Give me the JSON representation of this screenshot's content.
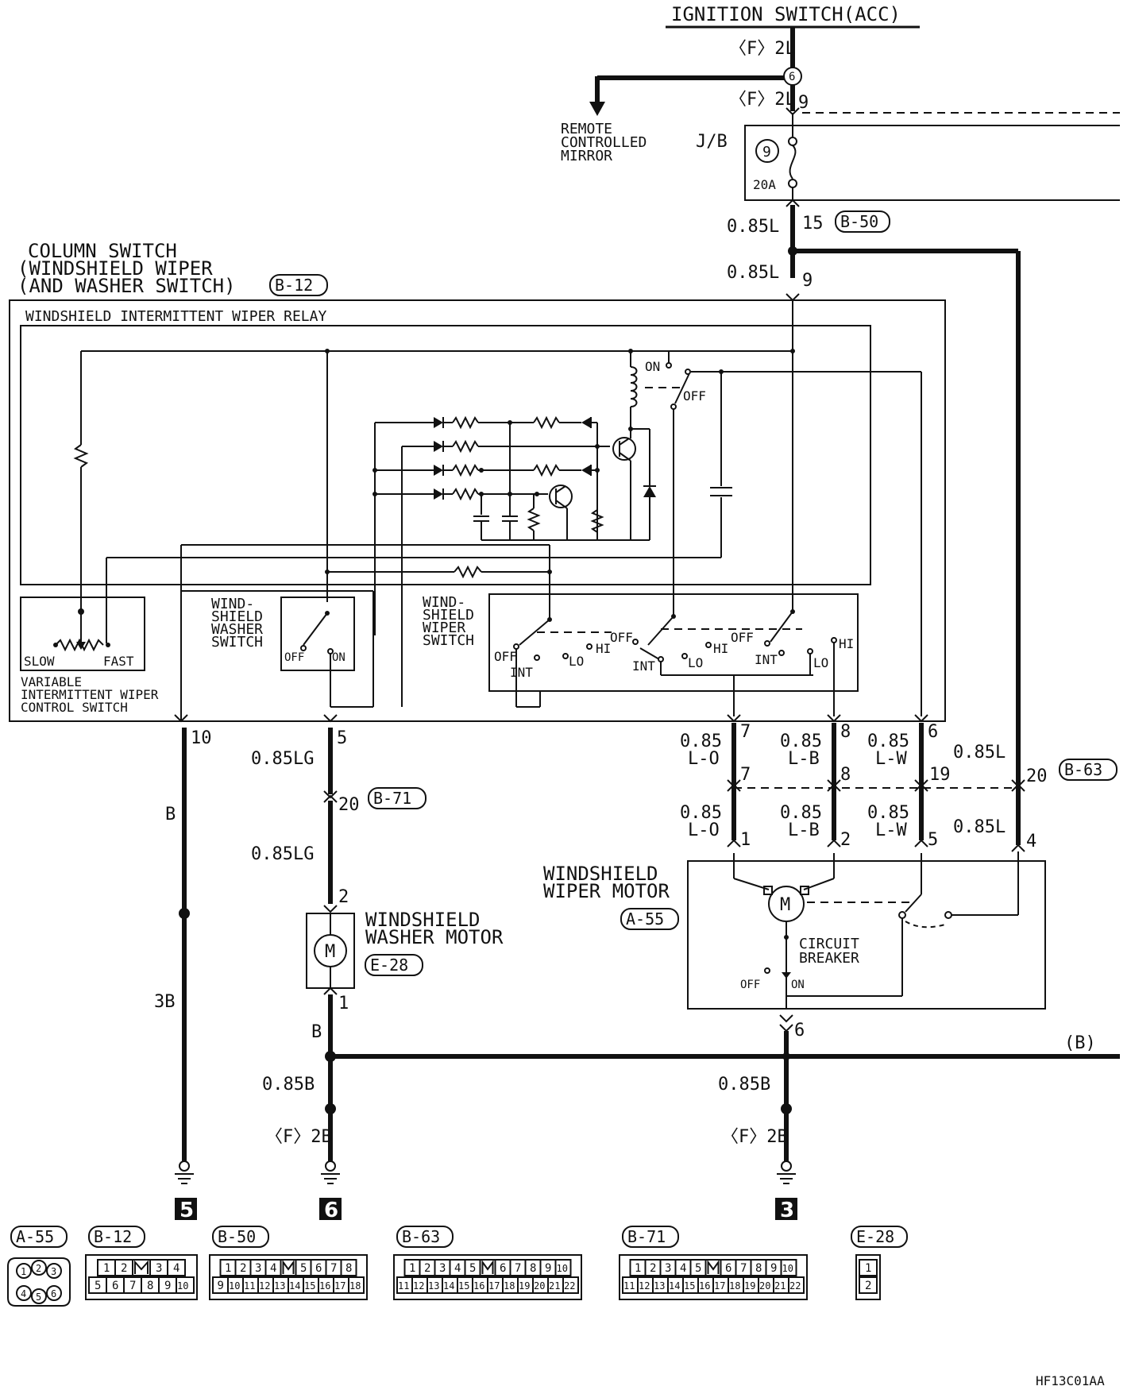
{
  "labels": {
    "ignition": "IGNITION SWITCH(ACC)",
    "f2l_top": "〈F〉2L",
    "f2l_mid": "〈F〉2L",
    "pin9_top": "9",
    "fuse_num": "6",
    "remote_mirror_1": "REMOTE",
    "remote_mirror_2": "CONTROLLED",
    "remote_mirror_3": "MIRROR",
    "jb": "J/B",
    "jb_fuse": "9",
    "jb_amp": "20A",
    "w085l_a": "0.85L",
    "pin15": "15",
    "b50": "B-50",
    "w085l_b": "0.85L",
    "pin9_b": "9",
    "col_switch_1": "COLUMN SWITCH",
    "col_switch_2": "(WINDSHIELD WIPER",
    "col_switch_3": "(AND WASHER SWITCH)",
    "b12": "B-12",
    "relay": "WINDSHIELD INTERMITTENT WIPER RELAY",
    "on": "ON",
    "off": "OFF",
    "slow": "SLOW",
    "fast": "FAST",
    "variable_1": "VARIABLE",
    "variable_2": "INTERMITTENT WIPER",
    "variable_3": "CONTROL SWITCH",
    "washer_sw_1": "WIND-",
    "washer_sw_2": "SHIELD",
    "washer_sw_3": "WASHER",
    "washer_sw_4": "SWITCH",
    "ws_off": "OFF",
    "ws_on": "ON",
    "wiper_sw_1": "WIND-",
    "wiper_sw_2": "SHIELD",
    "wiper_sw_3": "WIPER",
    "wiper_sw_4": "SWITCH",
    "sw_off1": "OFF",
    "sw_int1": "INT",
    "sw_lo1": "LO",
    "sw_hi1": "HI",
    "sw_off2": "OFF",
    "sw_int2": "INT",
    "sw_lo2": "LO",
    "sw_hi2": "HI",
    "sw_off3": "OFF",
    "sw_int3": "INT",
    "sw_lo3": "LO",
    "sw_hi3": "HI",
    "pin10": "10",
    "pin5_a": "5",
    "pin7_a": "7",
    "pin8_a": "8",
    "pin6_a": "6",
    "w085lg_a": "0.85LG",
    "pin20_a": "20",
    "b71": "B-71",
    "w085lg_b": "0.85LG",
    "pin2_washer": "2",
    "washer_motor_1": "WINDSHIELD",
    "washer_motor_2": "WASHER MOTOR",
    "e28": "E-28",
    "pin1_washer": "1",
    "w_b_left": "B",
    "w_3b": "3B",
    "w_b_mid": "B",
    "w085b_left": "0.85B",
    "f2b_left": "〈F〉2B",
    "w085_lo_a_1": "0.85",
    "w085_lo_a_2": "L-O",
    "w085_lb_a_1": "0.85",
    "w085_lb_a_2": "L-B",
    "w085_lw_a_1": "0.85",
    "w085_lw_a_2": "L-W",
    "w085l_c": "0.85L",
    "pin7_b": "7",
    "pin8_b": "8",
    "pin19": "19",
    "pin20_b": "20",
    "b63": "B-63",
    "w085_lo_b_1": "0.85",
    "w085_lo_b_2": "L-O",
    "w085_lb_b_1": "0.85",
    "w085_lb_b_2": "L-B",
    "w085_lw_b_1": "0.85",
    "w085_lw_b_2": "L-W",
    "w085l_d": "0.85L",
    "pin1_m": "1",
    "pin2_m": "2",
    "pin5_m": "5",
    "pin4_m": "4",
    "wiper_motor_1": "WINDSHIELD",
    "wiper_motor_2": "WIPER MOTOR",
    "a55": "A-55",
    "motor_m": "M",
    "washer_m": "M",
    "cb_1": "CIRCUIT",
    "cb_2": "BREAKER",
    "cb_off": "OFF",
    "cb_on": "ON",
    "pin6_m": "6",
    "w_b_right": "(B)",
    "w085b_right": "0.85B",
    "f2b_right": "〈F〉2B",
    "ground_5": "5",
    "ground_6": "6",
    "ground_3": "3",
    "figure_code": "HF13C01AA"
  },
  "connectors": [
    {
      "id": "A-55",
      "row1": [
        "1",
        "2",
        "3"
      ],
      "row2": [
        "4",
        "5",
        "6"
      ]
    },
    {
      "id": "B-12",
      "row1": [
        "1",
        "2",
        "",
        "3",
        "4"
      ],
      "row2": [
        "5",
        "6",
        "7",
        "8",
        "9",
        "10"
      ]
    },
    {
      "id": "B-50",
      "row1": [
        "1",
        "2",
        "3",
        "4",
        "",
        "5",
        "6",
        "7",
        "8"
      ],
      "row2": [
        "9",
        "10",
        "11",
        "12",
        "13",
        "14",
        "15",
        "16",
        "17",
        "18"
      ]
    },
    {
      "id": "B-63",
      "row1": [
        "1",
        "2",
        "3",
        "4",
        "5",
        "",
        "6",
        "7",
        "8",
        "9",
        "10"
      ],
      "row2": [
        "11",
        "12",
        "13",
        "14",
        "15",
        "16",
        "17",
        "18",
        "19",
        "20",
        "21",
        "22"
      ]
    },
    {
      "id": "B-71",
      "row1": [
        "1",
        "2",
        "3",
        "4",
        "5",
        "",
        "6",
        "7",
        "8",
        "9",
        "10"
      ],
      "row2": [
        "11",
        "12",
        "13",
        "14",
        "15",
        "16",
        "17",
        "18",
        "19",
        "20",
        "21",
        "22"
      ]
    },
    {
      "id": "E-28",
      "row1": [
        "1"
      ],
      "row2": [
        "2"
      ]
    }
  ]
}
